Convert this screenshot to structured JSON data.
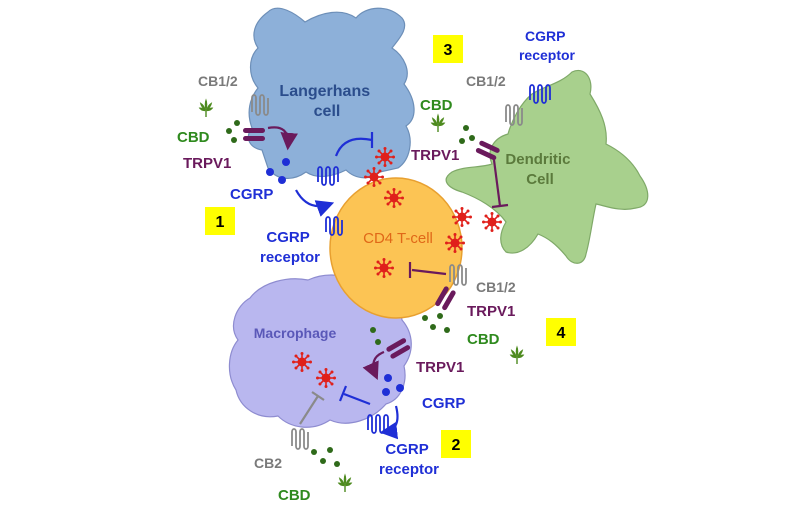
{
  "cells": {
    "langerhans": "Langerhans\ncell",
    "dendritic": "Dendritic\nCell",
    "tcell": "CD4 T-cell",
    "macrophage": "Macrophage"
  },
  "labels": {
    "cb12_top": "CB1/2",
    "cbd_left": "CBD",
    "trpv1_left": "TRPV1",
    "cgrp_left": "CGRP",
    "cgrp_receptor_mid": "CGRP\nreceptor",
    "cgrp_receptor_top": "CGRP\nreceptor",
    "cb12_dc": "CB1/2",
    "cbd_dc": "CBD",
    "trpv1_dc": "TRPV1",
    "cb12_t": "CB1/2",
    "trpv1_t": "TRPV1",
    "cbd_t": "CBD",
    "trpv1_mac": "TRPV1",
    "cgrp_mac": "CGRP",
    "cgrp_receptor_bottom": "CGRP\nreceptor",
    "cb2": "CB2",
    "cbd_bottom": "CBD"
  },
  "badges": [
    "1",
    "2",
    "3",
    "4"
  ],
  "colors": {
    "blue_text": "#1f2fd6",
    "green_text": "#2f8a1e",
    "purple_text": "#6a1a5c",
    "gray_text": "#7a7a7a",
    "langerhans_fill": "#8db0d9",
    "dendritic_fill": "#a8d08d",
    "tcell_fill": "#fcc454",
    "macrophage_fill": "#b9b7ef",
    "badge_fill": "#ffff00",
    "virus": "#e0201b"
  }
}
